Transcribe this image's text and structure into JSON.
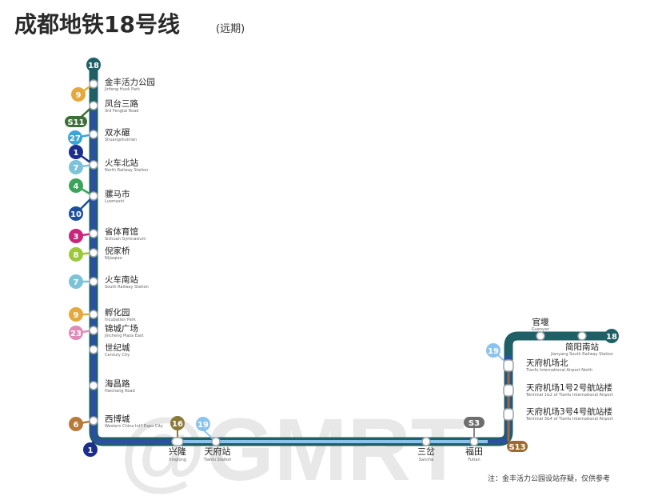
{
  "title": "成都地铁18号线",
  "subtitle": "(远期)",
  "watermark": "@GMRT",
  "note": "注：金丰活力公园设站存疑，仅供参考",
  "colors": {
    "line18_outer": "#1f5f66",
    "line18_inner": "#2b4fa3",
    "line18_light": "#8cc3ee",
    "s13": "#a06a2d",
    "station_fill": "#ffffff",
    "station_stroke": "#9aa3a8",
    "badge_text": "#ffffff"
  },
  "lines": {
    "l18_top": "18",
    "l18_end": "18",
    "l1_bottom": "1",
    "l19_a": "19",
    "l19_b": "19",
    "l16": "16",
    "ls3": "S3",
    "ls13": "S13"
  },
  "stations": [
    {
      "id": "jinfeng",
      "cn": "金丰活力公园",
      "en": "Jinfeng Huoli Park"
    },
    {
      "id": "fengtai",
      "cn": "凤台三路",
      "en": "3rd Fengtai Road"
    },
    {
      "id": "shuangshui",
      "cn": "双水碾",
      "en": "Shuangshuinian"
    },
    {
      "id": "huochebei",
      "cn": "火车北站",
      "en": "North Railway Station"
    },
    {
      "id": "luomashi",
      "cn": "骡马市",
      "en": "Luomashi"
    },
    {
      "id": "shengti",
      "cn": "省体育馆",
      "en": "Sichuan Gymnasium"
    },
    {
      "id": "nijiaqiao",
      "cn": "倪家桥",
      "en": "Nijiaqiao"
    },
    {
      "id": "huochenan",
      "cn": "火车南站",
      "en": "South Railway Station"
    },
    {
      "id": "fuhuayuan",
      "cn": "孵化园",
      "en": "Incubation Park"
    },
    {
      "id": "jincheng",
      "cn": "锦城广场",
      "en": "Jincheng Plaza East"
    },
    {
      "id": "shijicheng",
      "cn": "世纪城",
      "en": "Century City"
    },
    {
      "id": "haichang",
      "cn": "海昌路",
      "en": "Haichang Road"
    },
    {
      "id": "xibo",
      "cn": "西博城",
      "en": "Western China Int'l Expo City"
    },
    {
      "id": "xinglong",
      "cn": "兴隆",
      "en": "Xinglong"
    },
    {
      "id": "tianfu",
      "cn": "天府站",
      "en": "Tianfu Station"
    },
    {
      "id": "sancha",
      "cn": "三岔",
      "en": "Sancha"
    },
    {
      "id": "futian",
      "cn": "福田",
      "en": "Futian"
    },
    {
      "id": "t1t2",
      "cn": "天府机场1号2号航站楼",
      "en": "Terminal 1&2 of Tianfu International Airport"
    },
    {
      "id": "t3t4",
      "cn": "天府机场3号4号航站楼",
      "en": "Terminal 3&4 of Tianfu International Airport"
    },
    {
      "id": "airportnorth",
      "cn": "天府机场北",
      "en": "Tianfu International Airport North"
    },
    {
      "id": "guanyan",
      "cn": "官堰",
      "en": "Guanyan"
    },
    {
      "id": "jianyangnan",
      "cn": "简阳南站",
      "en": "Jianyang South Railway Station"
    }
  ],
  "transfers": [
    {
      "id": "t9a",
      "label": "9",
      "color": "#e5a93b"
    },
    {
      "id": "ts11",
      "label": "S11",
      "color": "#3f6e3a"
    },
    {
      "id": "t27",
      "label": "27",
      "color": "#3aa6d8"
    },
    {
      "id": "t1",
      "label": "1",
      "color": "#1b2f8a"
    },
    {
      "id": "t7a",
      "label": "7",
      "color": "#7cc2d8"
    },
    {
      "id": "t4",
      "label": "4",
      "color": "#3aa55a"
    },
    {
      "id": "t10",
      "label": "10",
      "color": "#1c4fa0"
    },
    {
      "id": "t3",
      "label": "3",
      "color": "#c8267a"
    },
    {
      "id": "t8",
      "label": "8",
      "color": "#9cc83a"
    },
    {
      "id": "t7b",
      "label": "7",
      "color": "#7cc2d8"
    },
    {
      "id": "t9b",
      "label": "9",
      "color": "#e5a93b"
    },
    {
      "id": "t23",
      "label": "23",
      "color": "#e08ab8"
    },
    {
      "id": "t6",
      "label": "6",
      "color": "#b87a3a"
    }
  ]
}
